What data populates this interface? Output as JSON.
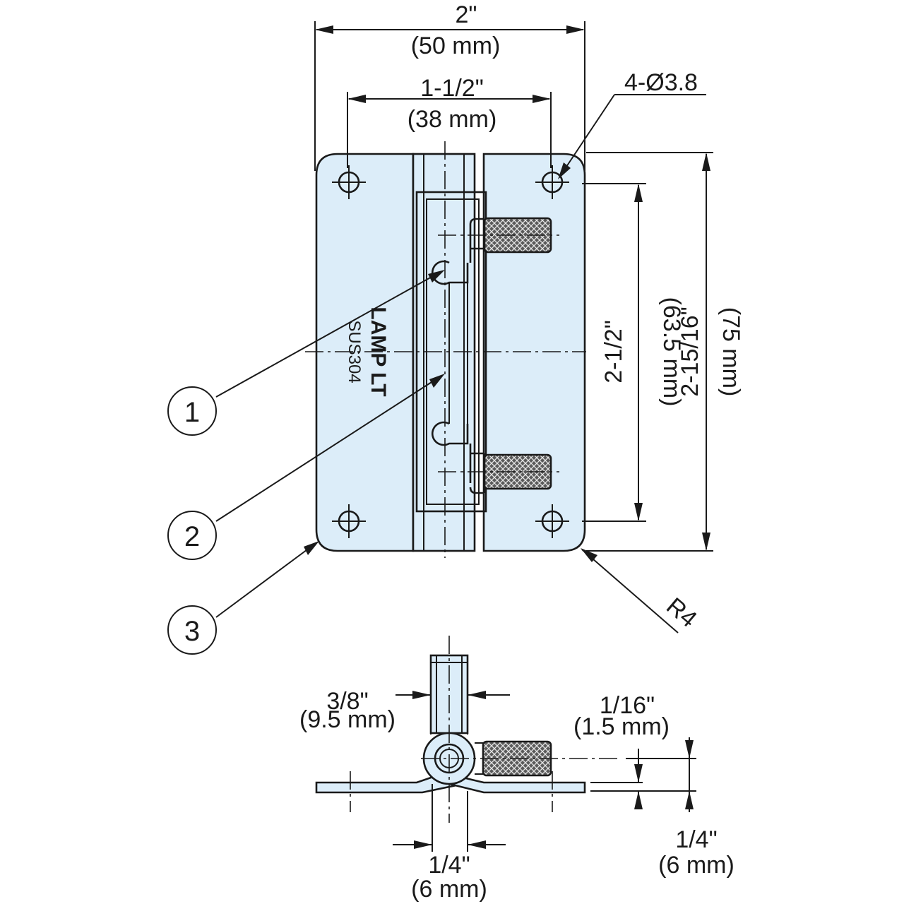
{
  "drawing": {
    "top_view": {
      "overall_width": {
        "inch": "2\"",
        "mm": "(50 mm)"
      },
      "hole_spacing_width": {
        "inch": "1-1/2\"",
        "mm": "(38 mm)"
      },
      "holes_note": "4-Ø3.8",
      "hole_spacing_height": {
        "inch": "2-1/2\"",
        "mm": "(63.5 mm)"
      },
      "overall_height": {
        "inch": "2-15/16\"",
        "mm": "(75 mm)"
      },
      "corner_radius": "R4",
      "brand_marking": "LAMP LT",
      "material_marking": "SUS304"
    },
    "callouts": [
      "1",
      "2",
      "3"
    ],
    "side_view": {
      "pin_diameter": {
        "inch": "3/8\"",
        "mm": "(9.5 mm)"
      },
      "leaf_thickness": {
        "inch": "1/16\"",
        "mm": "(1.5 mm)"
      },
      "knob_offset": {
        "inch": "1/4\"",
        "mm": "(6 mm)"
      },
      "barrel_width": {
        "inch": "1/4\"",
        "mm": "(6 mm)"
      }
    }
  }
}
